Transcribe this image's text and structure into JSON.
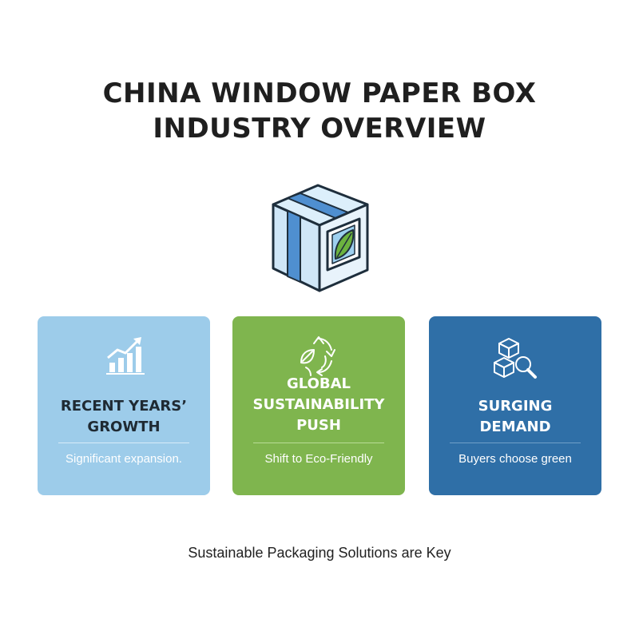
{
  "title": {
    "line1": "CHINA WINDOW PAPER BOX",
    "line2": "INDUSTRY OVERVIEW"
  },
  "hero_icon": "eco-window-box-icon",
  "cards": [
    {
      "icon": "growth-chart-icon",
      "heading_line1": "RECENT YEARS’",
      "heading_line2": "GROWTH",
      "subtitle": "Significant expansion.",
      "bg_color": "#9DCCEA",
      "text_color": "#1f2a33",
      "sub_color": "#ffffff",
      "divider_color": "#d8ecf8"
    },
    {
      "icon": "recycle-leaf-icon",
      "heading_line1": "GLOBAL",
      "heading_line2": "SUSTAINABILITY",
      "heading_line3": "PUSH",
      "subtitle": "Shift to Eco-Friendly",
      "bg_color": "#7FB54E",
      "text_color": "#ffffff",
      "sub_color": "#ffffff",
      "divider_color": "#b8dc96"
    },
    {
      "icon": "boxes-search-icon",
      "heading_line1": "SURGING",
      "heading_line2": "DEMAND",
      "subtitle": "Buyers choose green",
      "bg_color": "#2F6FA7",
      "text_color": "#ffffff",
      "sub_color": "#ffffff",
      "divider_color": "#6f9fc8"
    }
  ],
  "footer": {
    "text": "Sustainable Packaging Solutions are Key"
  }
}
